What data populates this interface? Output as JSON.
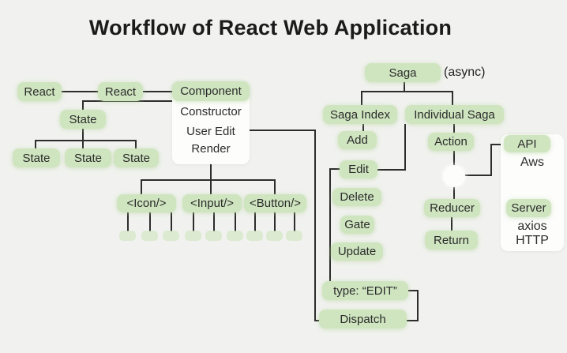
{
  "title": "Workflow of React Web Application",
  "colors": {
    "background": "#f1f2ef",
    "node_green": "#cfe5c0",
    "stub_green": "#dcecd2",
    "panel_white": "#fdfdfc",
    "line": "#2d2d2d",
    "text": "#2b2b2b"
  },
  "diagram": {
    "react_row": {
      "react_a": "React",
      "react_b": "React",
      "component": "Component"
    },
    "component_lifecycle": {
      "constructor": "Constructor",
      "user_edit": "User Edit",
      "render": "Render"
    },
    "state": {
      "parent": "State",
      "child_1": "State",
      "child_2": "State",
      "child_3": "State"
    },
    "elements": {
      "icon": "<Icon/>",
      "input": "<Input/>",
      "button": "<Button/>"
    },
    "saga": {
      "root": "Saga",
      "async_note": "(async)",
      "saga_index": "Saga Index",
      "individual_saga": "Individual Saga"
    },
    "saga_index_items": [
      "Add",
      "Edit",
      "Delete",
      "Gate",
      "Update"
    ],
    "flow": {
      "action": "Action",
      "reducer": "Reducer",
      "return": "Return"
    },
    "dispatch": {
      "type_edit": "type: “EDIT”",
      "dispatch": "Dispatch"
    },
    "api_panel": {
      "api": "API",
      "aws": "Aws",
      "server": "Server",
      "axios": "axios",
      "http": "HTTP"
    }
  }
}
